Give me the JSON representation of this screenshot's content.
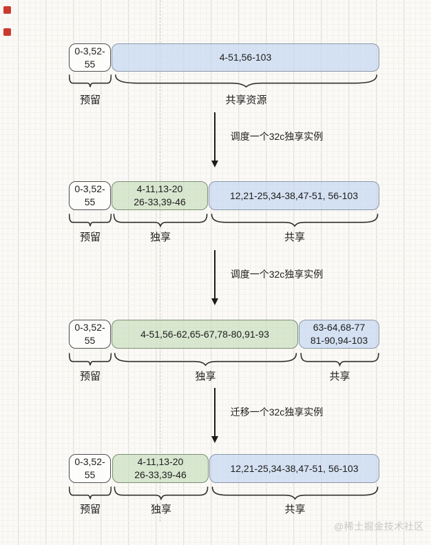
{
  "rows": [
    {
      "segments": [
        "0-3,52-55",
        "4-51,56-103"
      ],
      "labels": [
        "预留",
        "共享资源"
      ]
    },
    {
      "segments": [
        "0-3,52-55",
        "4-11,13-20\n26-33,39-46",
        "12,21-25,34-38,47-51, 56-103"
      ],
      "labels": [
        "预留",
        "独享",
        "共享"
      ]
    },
    {
      "segments": [
        "0-3,52-55",
        "4-51,56-62,65-67,78-80,91-93",
        "63-64,68-77\n81-90,94-103"
      ],
      "labels": [
        "预留",
        "独享",
        "共享"
      ]
    },
    {
      "segments": [
        "0-3,52-55",
        "4-11,13-20\n26-33,39-46",
        "12,21-25,34-38,47-51, 56-103"
      ],
      "labels": [
        "预留",
        "独享",
        "共享"
      ]
    }
  ],
  "arrows": [
    {
      "label": "调度一个32c独享实例"
    },
    {
      "label": "调度一个32c独享实例"
    },
    {
      "label": "迁移一个32c独享实例"
    }
  ],
  "watermark": "@稀土掘金技术社区",
  "colors": {
    "white_fill": "#fdfdfb",
    "green_fill": "#d8e7d1",
    "blue_fill": "#d5e2f4",
    "white_border": "#4e4f52",
    "green_border": "#7b8d74",
    "blue_border": "#8b96a8",
    "stroke": "#2f2f2f",
    "marker_red": "#cb3a2d"
  }
}
